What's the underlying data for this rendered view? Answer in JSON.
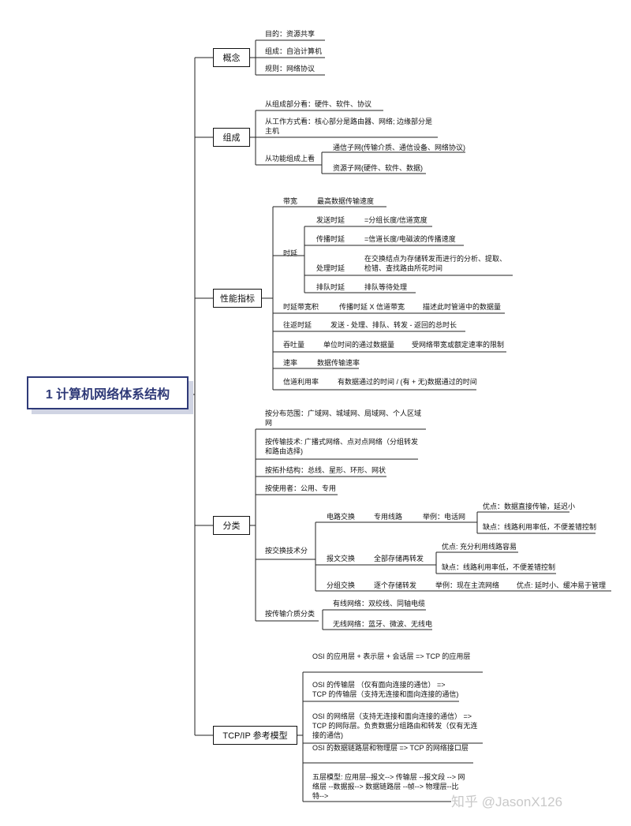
{
  "root": "1 计算机网络体系结构",
  "branches": {
    "concept": {
      "title": "概念",
      "items": [
        "目的：资源共享",
        "组成：自治计算机",
        "规则：网络协议"
      ]
    },
    "composition": {
      "title": "组成",
      "parts": "从组成部分看：硬件、软件、协议",
      "work": "从工作方式看：核心部分是路由器、网络; 边缘部分是主机",
      "function": "从功能组成上看",
      "comm_subnet": "通信子网(传输介质、通信设备、网络协议)",
      "res_subnet": "资源子网(硬件、软件、数据)"
    },
    "performance": {
      "title": "性能指标",
      "bandwidth": "带宽",
      "bandwidth_desc": "最高数据传输速度",
      "delay": "时延",
      "send_delay": "发送时延",
      "send_delay_desc": "=分组长度/信道宽度",
      "prop_delay": "传播时延",
      "prop_delay_desc": "=信道长度/电磁波的传播速度",
      "proc_delay": "处理时延",
      "proc_delay_desc": "在交换结点为存储转发而进行的分析、提取、检错、查找路由所花时间",
      "queue_delay": "排队时延",
      "queue_delay_desc": "排队等待处理",
      "dbp": "时延带宽积",
      "dbp_formula": "传播时延 X 信道带宽",
      "dbp_desc": "描述此时管道中的数据量",
      "rtt": "往返时延",
      "rtt_desc": "发送 - 处理、排队、转发 - 返回的总时长",
      "throughput": "吞吐量",
      "throughput_desc": "单位时间的通过数据量",
      "throughput_limit": "受网络带宽或额定速率的限制",
      "rate": "速率",
      "rate_desc": "数据传输速率",
      "util": "信道利用率",
      "util_desc": "有数据通过的时间 / (有 + 无)数据通过的时间"
    },
    "classification": {
      "title": "分类",
      "by_range": "按分布范围：广域网、城域网、局域网、个人区域网",
      "by_tech": "按传输技术: 广播式网络、点对点网络（分组转发和路由选择)",
      "by_topo": "按拓扑结构：总线、星形、环形、网状",
      "by_user": "按使用者：公用、专用",
      "by_switch": "按交换技术分",
      "circuit": "电路交换",
      "circuit_line": "专用线路",
      "circuit_eg": "举例：电话网",
      "circuit_pro": "优点：数据直接传输，延迟小",
      "circuit_con": "缺点：线路利用率低，不便差错控制",
      "message": "报文交换",
      "message_store": "全部存储再转发",
      "message_pro": "优点: 充分利用线路容易",
      "message_con": "缺点：线路利用率低，不便差错控制",
      "packet": "分组交换",
      "packet_store": "逐个存储转发",
      "packet_eg": "举例：现在主流网络",
      "packet_pro": "优点: 延时小、缓冲易于管理",
      "by_media": "按传输介质分类",
      "wired": "有线网络：双绞线、同轴电缆",
      "wireless": "无线网络：蓝牙、微波、无线电"
    },
    "tcpip": {
      "title": "TCP/IP 参考模型",
      "items": [
        "OSI 的应用层 + 表示层 + 会话层 => TCP 的应用层",
        "OSI 的传输层 （仅有面向连接的通信） => TCP 的传输层（支持无连接和面向连接的通信)",
        "OSI 的网络层（支持无连接和面向连接的通信） => TCP 的网际层。负责数据分组路由和转发（仅有无连接的通信)",
        "OSI 的数据链路层和物理层 => TCP 的网络接口层",
        "五层模型: 应用层--报文--> 传输层 --报文段 --> 网络层 --数据报--> 数据链路层 --帧--> 物理层--比特-->"
      ]
    }
  },
  "watermark": "知乎 @JasonX126"
}
